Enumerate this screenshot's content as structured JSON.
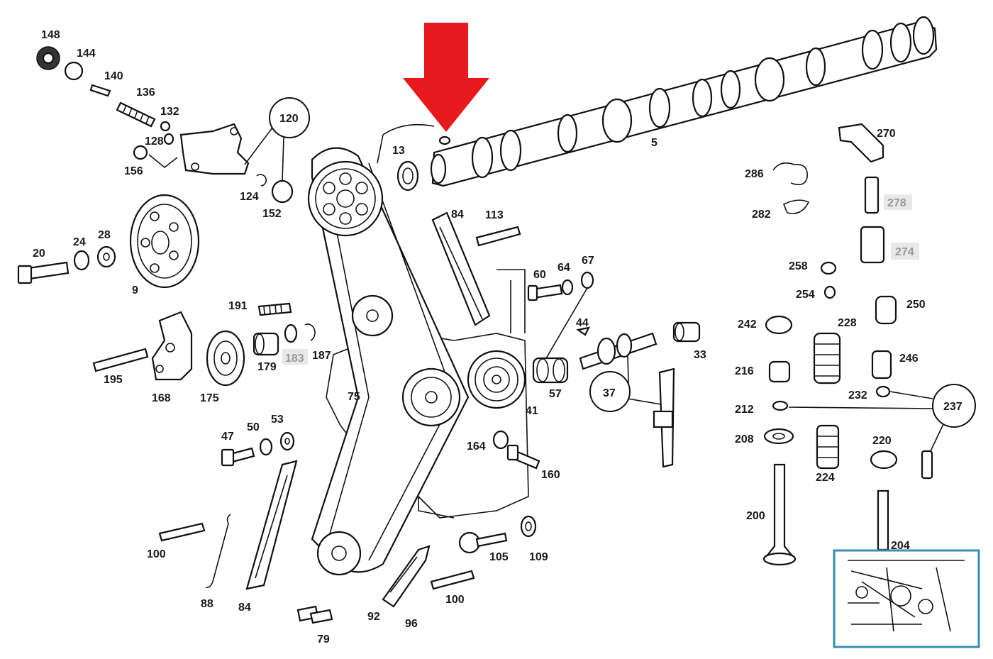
{
  "arrow_color": "#e8191c",
  "inset_border_color": "#3a8fb0",
  "labels": {
    "l148": "148",
    "l144": "144",
    "l140": "140",
    "l136": "136",
    "l132": "132",
    "l128": "128",
    "l156": "156",
    "l120": "120",
    "l124": "124",
    "l152": "152",
    "l20": "20",
    "l24": "24",
    "l28": "28",
    "l9": "9",
    "l13": "13",
    "l5": "5",
    "l84a": "84",
    "l113": "113",
    "l60": "60",
    "l64": "64",
    "l67": "67",
    "l44": "44",
    "l191": "191",
    "l179": "179",
    "l183": "183",
    "l187": "187",
    "l195": "195",
    "l168": "168",
    "l175": "175",
    "l75": "75",
    "l57": "57",
    "l41": "41",
    "l37": "37",
    "l33": "33",
    "l47": "47",
    "l50": "50",
    "l53": "53",
    "l164": "164",
    "l160": "160",
    "l100a": "100",
    "l88": "88",
    "l84b": "84",
    "l79": "79",
    "l92": "92",
    "l96": "96",
    "l100b": "100",
    "l105": "105",
    "l109": "109",
    "l270": "270",
    "l286": "286",
    "l282": "282",
    "l278": "278",
    "l274": "274",
    "l258": "258",
    "l254": "254",
    "l250": "250",
    "l242": "242",
    "l228": "228",
    "l246": "246",
    "l216": "216",
    "l232": "232",
    "l237": "237",
    "l212": "212",
    "l208": "208",
    "l220": "220",
    "l224": "224",
    "l200": "200",
    "l204": "204"
  }
}
